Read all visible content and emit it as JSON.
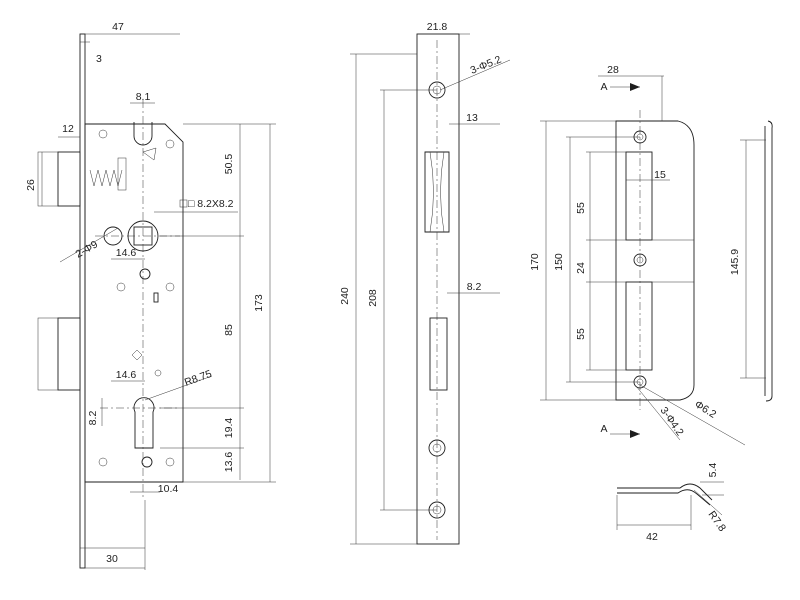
{
  "dimensions": {
    "lock_width": "47",
    "faceplate_offset": "3",
    "cam_width": "8.1",
    "latch_width": "12",
    "latch_height": "26",
    "backset_top": "50.5",
    "spindle_square": "□ 8.2X8.2",
    "holes": "2-Φ9",
    "offset_14_6_top": "14.6",
    "total_height": "173",
    "center_distance": "85",
    "offset_14_6_bottom": "14.6",
    "cylinder_radius": "R8.75",
    "cylinder_width": "8.2",
    "cylinder_19_4": "19.4",
    "cylinder_13_6": "13.6",
    "cylinder_10_4": "10.4",
    "bottom_30": "30",
    "plate_width": "21.8",
    "plate_holes": "3-Φ5.2",
    "latch_slot": "13",
    "plate_length": "240",
    "holes_distance": "208",
    "bolt_slot": "8.2",
    "strike_width": "28",
    "section_a": "A",
    "strike_170": "170",
    "strike_150": "150",
    "strike_55_top": "55",
    "strike_15": "15",
    "strike_24": "24",
    "strike_55_bottom": "55",
    "strike_holes": "3-Φ4.2",
    "strike_phi": "Φ6.2",
    "side_145_9": "145.9",
    "profile_42": "42",
    "profile_5_4": "5.4",
    "profile_r7_8": "R7.8"
  }
}
